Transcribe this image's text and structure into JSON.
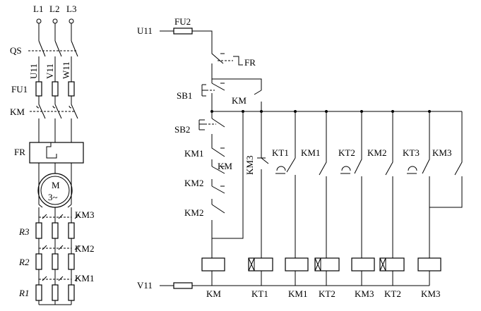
{
  "main_circuit": {
    "phases": [
      "L1",
      "L2",
      "L3"
    ],
    "switch_label": "QS",
    "phase_wires": [
      "U11",
      "V11",
      "W11"
    ],
    "fuse_label": "FU1",
    "contactor_label": "KM",
    "overload_label": "FR",
    "motor_symbol": "M",
    "motor_sub": "3~",
    "resistors": [
      "R3",
      "R2",
      "R1"
    ],
    "bypass_contacts": [
      "KM3",
      "KM2",
      "KM1"
    ]
  },
  "control_circuit": {
    "supply_top": "U11",
    "supply_bottom": "V11",
    "fuse_label": "FU2",
    "overload_contact": "FR",
    "stop_button": "SB1",
    "start_button": "SB2",
    "hold_contact": "KM",
    "interlocks": [
      "KM1",
      "KM",
      "KM2",
      "KM2"
    ],
    "branch_contacts": [
      "KM3",
      "KT1",
      "KM1",
      "KT2",
      "KM2",
      "KT3",
      "KM3"
    ],
    "coils": [
      "KM",
      "KT1",
      "KM1",
      "KT2",
      "KM3",
      "KT2",
      "KM3"
    ]
  }
}
